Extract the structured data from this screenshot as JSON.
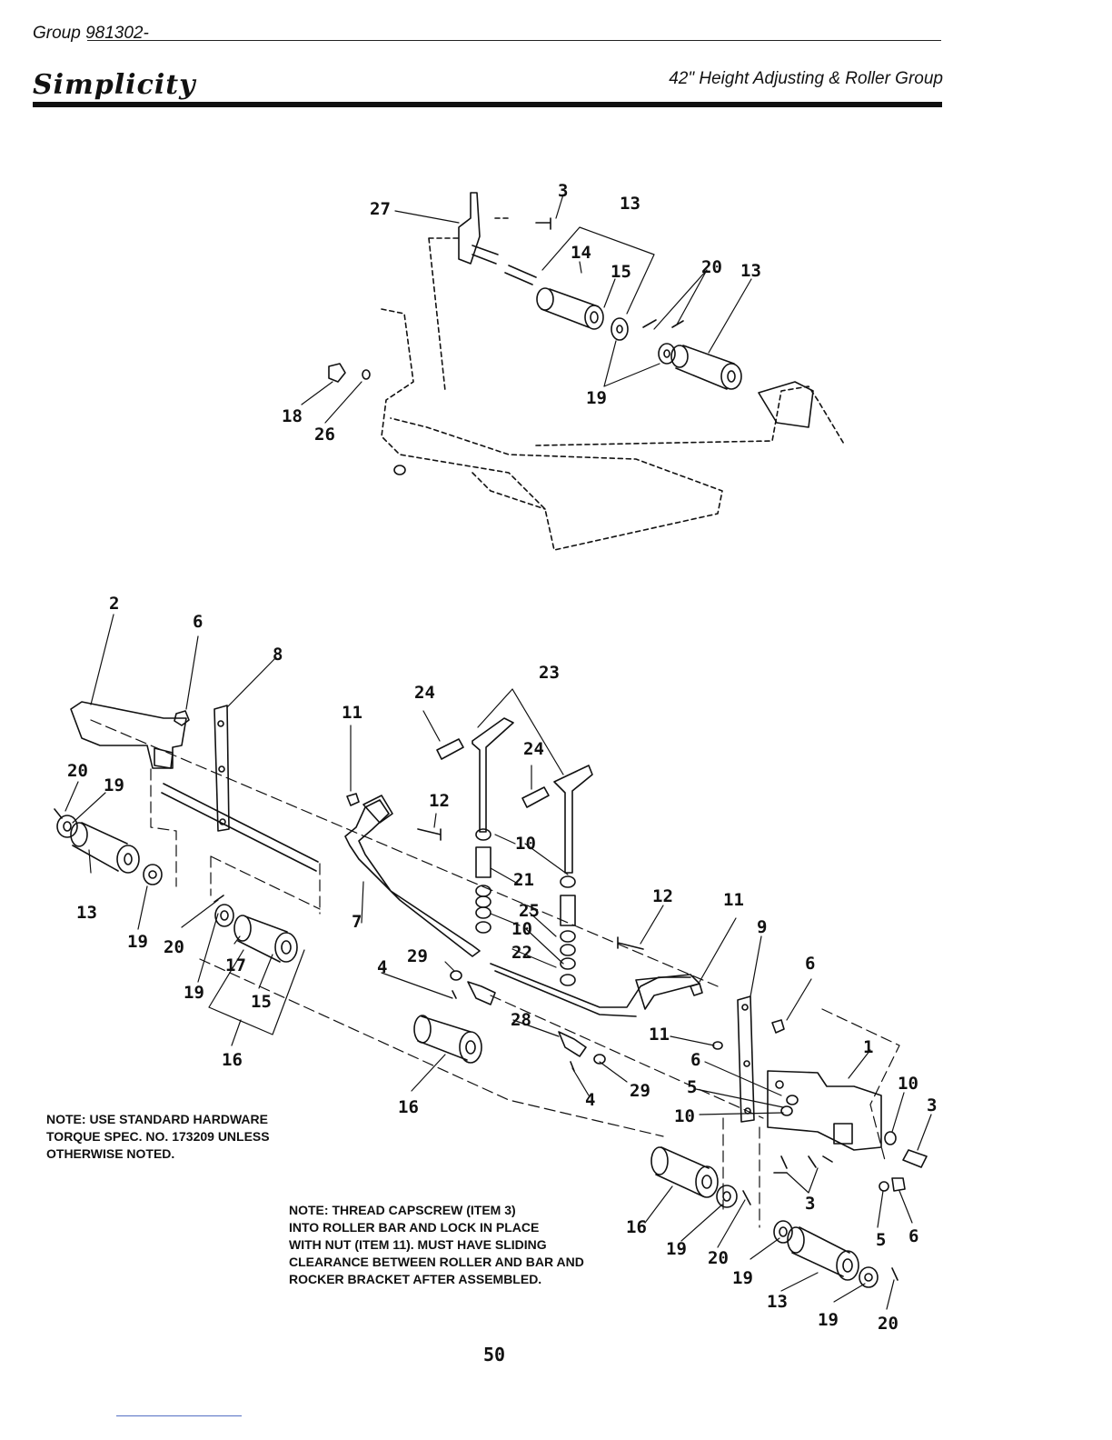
{
  "header": {
    "group_label": "Group",
    "group_number": "981302-",
    "brand": "Simplicity",
    "subtitle": "42\" Height Adjusting & Roller Group"
  },
  "callouts": [
    {
      "id": "c1",
      "text": "27"
    },
    {
      "id": "c2",
      "text": "3"
    },
    {
      "id": "c3",
      "text": "13"
    },
    {
      "id": "c4",
      "text": "14"
    },
    {
      "id": "c5",
      "text": "15"
    },
    {
      "id": "c6",
      "text": "20"
    },
    {
      "id": "c7",
      "text": "13"
    },
    {
      "id": "c8",
      "text": "19"
    },
    {
      "id": "c9",
      "text": "18"
    },
    {
      "id": "c10",
      "text": "26"
    },
    {
      "id": "c11",
      "text": "2"
    },
    {
      "id": "c12",
      "text": "6"
    },
    {
      "id": "c13",
      "text": "8"
    },
    {
      "id": "c14",
      "text": "23"
    },
    {
      "id": "c15",
      "text": "24"
    },
    {
      "id": "c16",
      "text": "11"
    },
    {
      "id": "c17",
      "text": "24"
    },
    {
      "id": "c18",
      "text": "20"
    },
    {
      "id": "c19",
      "text": "19"
    },
    {
      "id": "c20",
      "text": "12"
    },
    {
      "id": "c21",
      "text": "10"
    },
    {
      "id": "c22",
      "text": "21"
    },
    {
      "id": "c23",
      "text": "13"
    },
    {
      "id": "c24",
      "text": "19"
    },
    {
      "id": "c25",
      "text": "20"
    },
    {
      "id": "c26",
      "text": "25"
    },
    {
      "id": "c27",
      "text": "10"
    },
    {
      "id": "c28",
      "text": "12"
    },
    {
      "id": "c29",
      "text": "11"
    },
    {
      "id": "c30",
      "text": "7"
    },
    {
      "id": "c31",
      "text": "22"
    },
    {
      "id": "c32",
      "text": "9"
    },
    {
      "id": "c33",
      "text": "29"
    },
    {
      "id": "c34",
      "text": "4"
    },
    {
      "id": "c35",
      "text": "17"
    },
    {
      "id": "c36",
      "text": "15"
    },
    {
      "id": "c37",
      "text": "19"
    },
    {
      "id": "c38",
      "text": "6"
    },
    {
      "id": "c39",
      "text": "28"
    },
    {
      "id": "c40",
      "text": "11"
    },
    {
      "id": "c41",
      "text": "16"
    },
    {
      "id": "c42",
      "text": "1"
    },
    {
      "id": "c43",
      "text": "6"
    },
    {
      "id": "c44",
      "text": "4"
    },
    {
      "id": "c45",
      "text": "29"
    },
    {
      "id": "c46",
      "text": "10"
    },
    {
      "id": "c47",
      "text": "16"
    },
    {
      "id": "c48",
      "text": "5"
    },
    {
      "id": "c49",
      "text": "3"
    },
    {
      "id": "c50",
      "text": "10"
    },
    {
      "id": "c51",
      "text": "3"
    },
    {
      "id": "c52",
      "text": "16"
    },
    {
      "id": "c53",
      "text": "19"
    },
    {
      "id": "c54",
      "text": "20"
    },
    {
      "id": "c55",
      "text": "5"
    },
    {
      "id": "c56",
      "text": "6"
    },
    {
      "id": "c57",
      "text": "19"
    },
    {
      "id": "c58",
      "text": "13"
    },
    {
      "id": "c59",
      "text": "19"
    },
    {
      "id": "c60",
      "text": "20"
    }
  ],
  "notes": {
    "torque": "NOTE: USE STANDARD HARDWARE\nTORQUE SPEC. NO. 173209 UNLESS\nOTHERWISE NOTED.",
    "capscrew": "NOTE: THREAD CAPSCREW (ITEM 3)\nINTO ROLLER BAR AND LOCK IN PLACE\nWITH NUT (ITEM 11). MUST HAVE SLIDING\nCLEARANCE BETWEEN ROLLER AND BAR AND\nROCKER BRACKET AFTER ASSEMBLED."
  },
  "page_number": "50"
}
